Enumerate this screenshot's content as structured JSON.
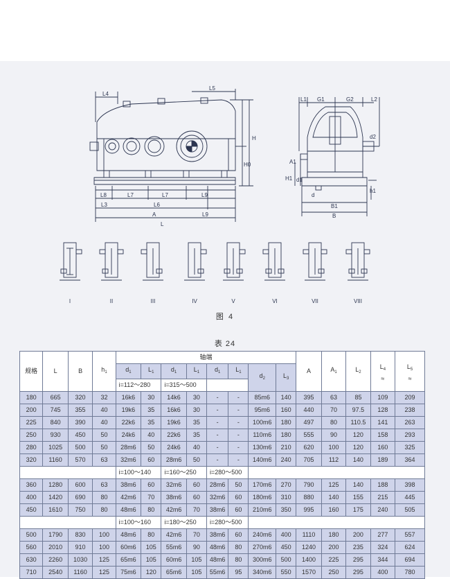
{
  "figure": {
    "caption": "图 4",
    "front_view_labels": [
      "L4",
      "L5",
      "H",
      "H0",
      "L8",
      "L7",
      "L7",
      "L9",
      "L3",
      "L6",
      "A",
      "L9",
      "L"
    ],
    "side_view_labels": [
      "L1",
      "G1",
      "G2",
      "L2",
      "d2",
      "A1",
      "H1",
      "d1",
      "h1",
      "d",
      "B1",
      "B"
    ],
    "arrangement_labels": [
      "I",
      "II",
      "III",
      "IV",
      "V",
      "VI",
      "VII",
      "VIII"
    ]
  },
  "table": {
    "caption": "表 24",
    "header": {
      "spec": "规格",
      "L": "L",
      "B": "B",
      "h1": "h",
      "h1_sub": "1",
      "shaft_group": "轴端",
      "d1": "d",
      "d1_sub": "1",
      "L1": "L",
      "L1_sub": "1",
      "d2": "d",
      "d2_sub": "2",
      "L3": "L",
      "L3_sub": "3",
      "A": "A",
      "A1": "A",
      "A1_sub": "1",
      "L2": "L",
      "L2_sub": "2",
      "L4": "L",
      "L4_sub": "4",
      "L5": "L",
      "L5_sub": "5",
      "approx": "≈"
    },
    "range_rows": [
      [
        "i=112～280",
        "i=315～500",
        "",
        ""
      ],
      [
        "i=100～140",
        "i=160～250",
        "i=280～500",
        ""
      ],
      [
        "i=100～160",
        "i=180～250",
        "i=280～500",
        ""
      ]
    ],
    "group1": [
      [
        "180",
        "665",
        "320",
        "32",
        "16k6",
        "30",
        "14k6",
        "30",
        "-",
        "-",
        "85m6",
        "140",
        "395",
        "63",
        "85",
        "109",
        "209"
      ],
      [
        "200",
        "745",
        "355",
        "40",
        "19k6",
        "35",
        "16k6",
        "30",
        "-",
        "-",
        "95m6",
        "160",
        "440",
        "70",
        "97.5",
        "128",
        "238"
      ],
      [
        "225",
        "840",
        "390",
        "40",
        "22k6",
        "35",
        "19k6",
        "35",
        "-",
        "-",
        "100m6",
        "180",
        "497",
        "80",
        "110.5",
        "141",
        "263"
      ],
      [
        "250",
        "930",
        "450",
        "50",
        "24k6",
        "40",
        "22k6",
        "35",
        "-",
        "-",
        "110m6",
        "180",
        "555",
        "90",
        "120",
        "158",
        "293"
      ],
      [
        "280",
        "1025",
        "500",
        "50",
        "28m6",
        "50",
        "24k6",
        "40",
        "-",
        "-",
        "130m6",
        "210",
        "620",
        "100",
        "120",
        "160",
        "325"
      ],
      [
        "320",
        "1160",
        "570",
        "63",
        "32m6",
        "60",
        "28m6",
        "50",
        "-",
        "-",
        "140m6",
        "240",
        "705",
        "112",
        "140",
        "189",
        "364"
      ]
    ],
    "group2": [
      [
        "360",
        "1280",
        "600",
        "63",
        "38m6",
        "60",
        "32m6",
        "60",
        "28m6",
        "50",
        "170m6",
        "270",
        "790",
        "125",
        "140",
        "188",
        "398"
      ],
      [
        "400",
        "1420",
        "690",
        "80",
        "42m6",
        "70",
        "38m6",
        "60",
        "32m6",
        "60",
        "180m6",
        "310",
        "880",
        "140",
        "155",
        "215",
        "445"
      ],
      [
        "450",
        "1610",
        "750",
        "80",
        "48m6",
        "80",
        "42m6",
        "70",
        "38m6",
        "60",
        "210m6",
        "350",
        "995",
        "160",
        "175",
        "240",
        "505"
      ]
    ],
    "group3": [
      [
        "500",
        "1790",
        "830",
        "100",
        "48m6",
        "80",
        "42m6",
        "70",
        "38m6",
        "60",
        "240m6",
        "400",
        "1110",
        "180",
        "200",
        "277",
        "557"
      ],
      [
        "560",
        "2010",
        "910",
        "100",
        "60m6",
        "105",
        "55m6",
        "90",
        "48m6",
        "80",
        "270m6",
        "450",
        "1240",
        "200",
        "235",
        "324",
        "624"
      ],
      [
        "630",
        "2260",
        "1030",
        "125",
        "65m6",
        "105",
        "60m6",
        "105",
        "48m6",
        "80",
        "300m6",
        "500",
        "1400",
        "225",
        "295",
        "344",
        "694"
      ],
      [
        "710",
        "2540",
        "1160",
        "125",
        "75m6",
        "120",
        "65m6",
        "105",
        "55m6",
        "95",
        "340m6",
        "550",
        "1570",
        "250",
        "295",
        "400",
        "780"
      ]
    ]
  }
}
